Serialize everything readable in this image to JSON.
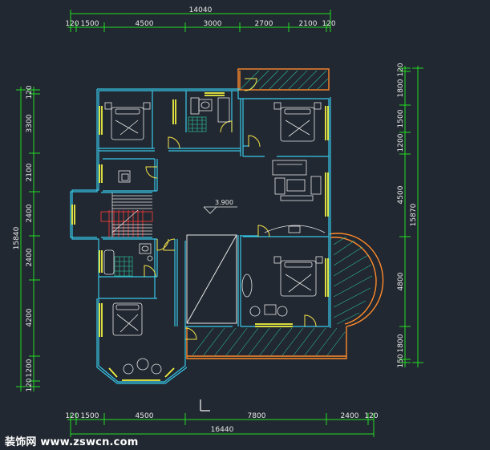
{
  "top_dims": {
    "total": "14040",
    "segments": [
      "120",
      "1500",
      "4500",
      "3000",
      "2700",
      "2100",
      "120"
    ]
  },
  "bottom_dims": {
    "total": "16440",
    "segments": [
      "120",
      "1500",
      "4500",
      "7800",
      "2400",
      "120"
    ]
  },
  "left_dims": {
    "total": "15840",
    "segments": [
      "120",
      "3300",
      "2100",
      "2400",
      "2400",
      "4200",
      "1200",
      "120"
    ]
  },
  "right_dims": {
    "total": "15870",
    "segments": [
      "120",
      "1800",
      "1500",
      "1200",
      "4500",
      "4800",
      "1800",
      "150"
    ]
  },
  "elevation_label": "3.900",
  "watermark": "装饰网 www.zswcn.com",
  "colors": {
    "background": "#222831",
    "wall": "#37c7ea",
    "window": "#f0f040",
    "door": "#f2e24a",
    "dimension": "#22dd22",
    "furniture": "#e8e8e8",
    "balcony": "#ff8a2a",
    "hatch": "#2bd5a8",
    "stair": "#ff3b3b"
  }
}
